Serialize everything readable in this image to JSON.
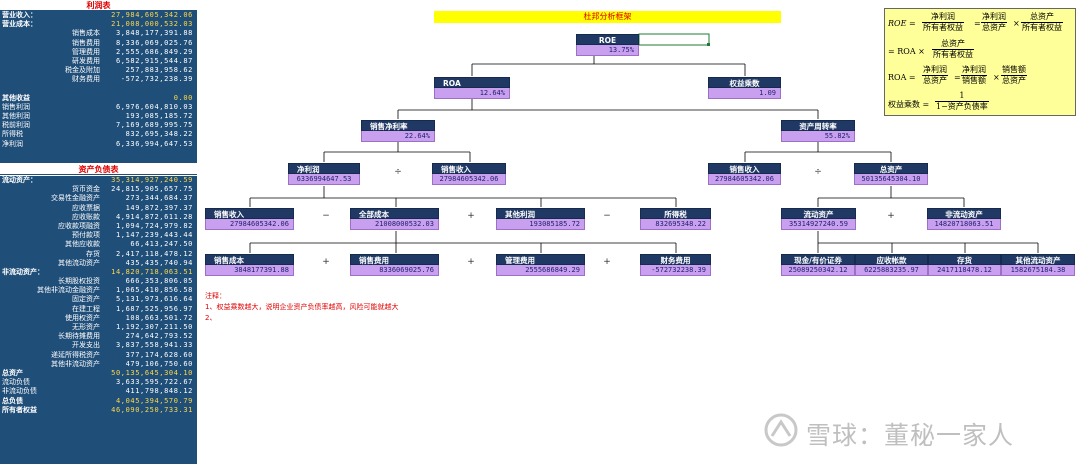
{
  "income": {
    "title": "利润表",
    "rows": [
      {
        "label": "营业收入：",
        "value": "27,984,605,342.06",
        "kind": "head"
      },
      {
        "label": "营业成本：",
        "value": "21,008,000,532.03",
        "kind": "head"
      },
      {
        "label": "销售成本",
        "value": "3,848,177,391.88",
        "kind": "sub"
      },
      {
        "label": "销售费用",
        "value": "8,336,069,025.76",
        "kind": "sub"
      },
      {
        "label": "管理费用",
        "value": "2,555,686,849.29",
        "kind": "sub"
      },
      {
        "label": "研发费用",
        "value": "6,582,915,544.87",
        "kind": "sub"
      },
      {
        "label": "税金及附加",
        "value": "257,883,958.62",
        "kind": "sub"
      },
      {
        "label": "财务费用",
        "value": "-572,732,238.39",
        "kind": "sub"
      },
      {
        "label": "",
        "value": "",
        "kind": "plain"
      },
      {
        "label": "其他收益",
        "value": "0.00",
        "kind": "head"
      },
      {
        "label": "销售利润",
        "value": "6,976,604,810.03",
        "kind": "plain"
      },
      {
        "label": "其他利润",
        "value": "193,085,185.72",
        "kind": "plain"
      },
      {
        "label": "税前利润",
        "value": "7,169,689,995.75",
        "kind": "plain"
      },
      {
        "label": "所得税",
        "value": "832,695,348.22",
        "kind": "plain"
      },
      {
        "label": "净利润",
        "value": "6,336,994,647.53",
        "kind": "plain"
      }
    ]
  },
  "balance": {
    "title": "资产负债表",
    "rows": [
      {
        "label": "流动资产：",
        "value": "35,314,927,240.59",
        "kind": "head"
      },
      {
        "label": "货币资金",
        "value": "24,815,905,657.75",
        "kind": "sub"
      },
      {
        "label": "交易性金融资产",
        "value": "273,344,684.37",
        "kind": "sub"
      },
      {
        "label": "应收票据",
        "value": "149,872,397.37",
        "kind": "sub"
      },
      {
        "label": "应收账款",
        "value": "4,914,872,611.28",
        "kind": "sub"
      },
      {
        "label": "应收款项融资",
        "value": "1,094,724,979.82",
        "kind": "sub"
      },
      {
        "label": "预付款项",
        "value": "1,147,239,443.44",
        "kind": "sub"
      },
      {
        "label": "其他应收款",
        "value": "66,413,247.50",
        "kind": "sub"
      },
      {
        "label": "存货",
        "value": "2,417,118,478.12",
        "kind": "sub"
      },
      {
        "label": "其他流动资产",
        "value": "435,435,740.94",
        "kind": "sub"
      },
      {
        "label": "非流动资产：",
        "value": "14,820,718,063.51",
        "kind": "head"
      },
      {
        "label": "长期股权投资",
        "value": "666,353,806.05",
        "kind": "sub"
      },
      {
        "label": "其他非流动金融资产",
        "value": "1,065,410,856.58",
        "kind": "sub"
      },
      {
        "label": "固定资产",
        "value": "5,131,973,616.64",
        "kind": "sub"
      },
      {
        "label": "在建工程",
        "value": "1,687,525,956.97",
        "kind": "sub"
      },
      {
        "label": "使用权资产",
        "value": "108,663,501.72",
        "kind": "sub"
      },
      {
        "label": "无形资产",
        "value": "1,192,307,211.50",
        "kind": "sub"
      },
      {
        "label": "长期待摊费用",
        "value": "274,642,793.52",
        "kind": "sub"
      },
      {
        "label": "开发支出",
        "value": "3,837,558,941.33",
        "kind": "sub"
      },
      {
        "label": "递延所得税资产",
        "value": "377,174,628.60",
        "kind": "sub"
      },
      {
        "label": "其他非流动资产",
        "value": "479,106,750.60",
        "kind": "sub"
      },
      {
        "label": "总资产",
        "value": "50,135,645,304.10",
        "kind": "head"
      },
      {
        "label": "流动负债",
        "value": "3,633,595,722.67",
        "kind": "plain"
      },
      {
        "label": "非流动负债",
        "value": "411,798,848.12",
        "kind": "plain"
      },
      {
        "label": "总负债",
        "value": "4,045,394,570.79",
        "kind": "head"
      },
      {
        "label": "所有者权益",
        "value": "46,090,250,733.31",
        "kind": "head"
      }
    ]
  },
  "tree": {
    "title": "杜邦分析框架",
    "roe": {
      "label": "ROE",
      "value": "13.75%"
    },
    "roa": {
      "label": "ROA",
      "value": "12.64%"
    },
    "equity_multiplier": {
      "label": "权益乘数",
      "value": "1.09"
    },
    "net_margin": {
      "label": "销售净利率",
      "value": "22.64%"
    },
    "asset_turnover": {
      "label": "资产周转率",
      "value": "55.82%"
    },
    "net_profit": {
      "label": "净利润",
      "value": "6336994647.53"
    },
    "revenue_a": {
      "label": "销售收入",
      "value": "27984605342.06"
    },
    "revenue_b": {
      "label": "销售收入",
      "value": "27984605342.06"
    },
    "total_assets": {
      "label": "总资产",
      "value": "50135645304.10"
    },
    "revenue_c": {
      "label": "销售收入",
      "value": "27984605342.06"
    },
    "total_cost": {
      "label": "全部成本",
      "value": "21008000532.03"
    },
    "other_profit": {
      "label": "其他利润",
      "value": "193085185.72"
    },
    "income_tax": {
      "label": "所得税",
      "value": "832695348.22"
    },
    "current_assets": {
      "label": "流动资产",
      "value": "35314927240.59"
    },
    "noncurrent_assets": {
      "label": "非流动资产",
      "value": "14820718063.51"
    },
    "cost_of_sales": {
      "label": "销售成本",
      "value": "3848177391.88"
    },
    "selling_exp": {
      "label": "销售费用",
      "value": "8336069025.76"
    },
    "admin_exp": {
      "label": "管理费用",
      "value": "2555686849.29"
    },
    "finance_exp": {
      "label": "财务费用",
      "value": "-572732238.39"
    },
    "cash_securities": {
      "label": "现金/有价证券",
      "value": "25089250342.12"
    },
    "receivables": {
      "label": "应收帐款",
      "value": "6225883235.97"
    },
    "inventory": {
      "label": "存货",
      "value": "2417118478.12"
    },
    "other_current": {
      "label": "其他流动资产",
      "value": "1582675184.38"
    },
    "ops": {
      "div": "÷",
      "minus": "−",
      "plus": "+"
    }
  },
  "formulas": {
    "roe_lhs": "ROE =",
    "roe_f1_n": "净利润",
    "roe_f1_d": "所有者权益",
    "eq1": "=",
    "roe_f2_n": "净利润",
    "roe_f2_d": "总资产",
    "times1": "×",
    "roe_f3_n": "总资产",
    "roe_f3_d": "所有者权益",
    "line2_pre": "= ROA ×",
    "roe_f4_n": "总资产",
    "roe_f4_d": "所有者权益",
    "roa_lhs": "ROA =",
    "roa_f1_n": "净利润",
    "roa_f1_d": "总资产",
    "eq2": "=",
    "roa_f2_n": "净利润",
    "roa_f2_d": "销售额",
    "times2": "×",
    "roa_f3_n": "销售额",
    "roa_f3_d": "总资产",
    "em_lhs": "权益乘数 =",
    "em_n": "1",
    "em_d": "1−资产负债率"
  },
  "notes": {
    "title": "注释：",
    "item1": "1、权益乘数越大，说明企业资产负债率越高，风险可能就越大",
    "item2": "2、"
  },
  "watermark": {
    "text": "雪球：董秘一家人"
  }
}
